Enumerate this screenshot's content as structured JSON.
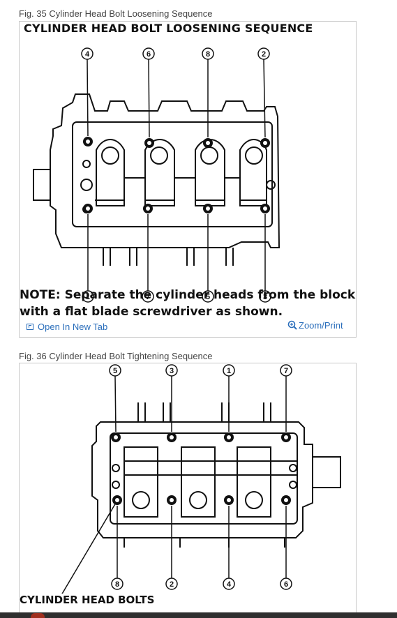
{
  "fig35": {
    "caption": "Fig. 35 Cylinder Head Bolt Loosening Sequence",
    "title": "CYLINDER HEAD BOLT LOOSENING SEQUENCE",
    "top_numbers": [
      "4",
      "6",
      "8",
      "2"
    ],
    "bottom_numbers": [
      "1",
      "7",
      "5",
      "3"
    ],
    "note_line1": "NOTE:  Separate the cylinder heads from the block",
    "note_line2": "with a flat blade screwdriver as shown.",
    "open_tab": "Open In New Tab",
    "zoom_print": "Zoom/Print"
  },
  "fig36": {
    "caption": "Fig. 36 Cylinder Head Bolt Tightening Sequence",
    "top_numbers": [
      "5",
      "3",
      "1",
      "7"
    ],
    "bottom_numbers": [
      "8",
      "2",
      "4",
      "6"
    ],
    "label": "CYLINDER HEAD BOLTS"
  },
  "colors": {
    "link": "#2a6ebb",
    "caption": "#444444",
    "border": "#c8c8c8"
  },
  "icons": {
    "open_tab": "open-in-new-tab-icon",
    "zoom": "zoom-magnifier-icon"
  }
}
